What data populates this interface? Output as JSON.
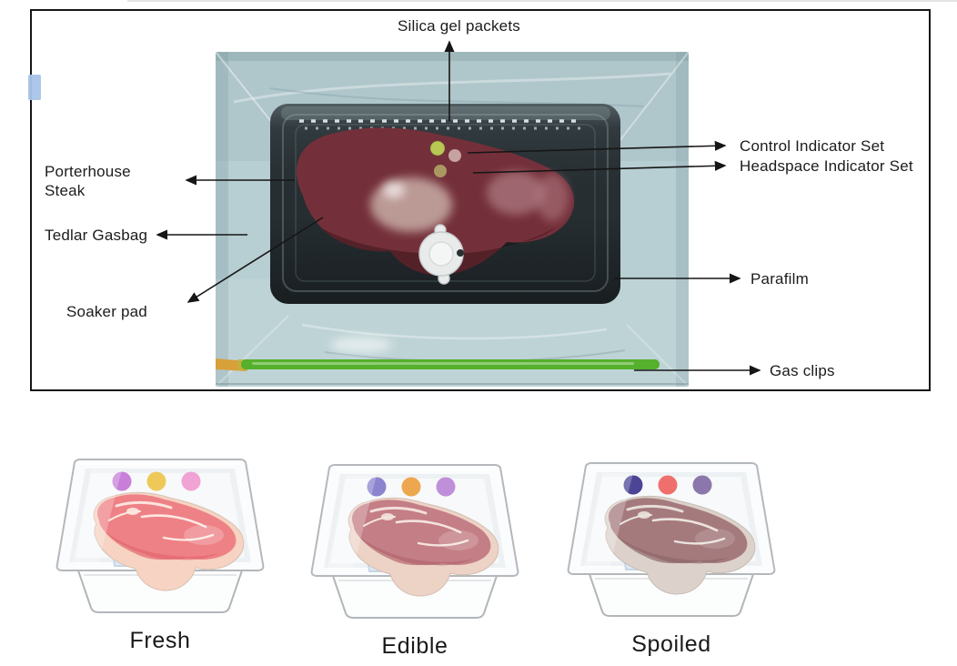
{
  "panel": {
    "labels": {
      "silica_gel": "Silica gel packets",
      "porterhouse_steak": "Porterhouse Steak",
      "tedlar_gasbag": "Tedlar Gasbag",
      "soaker_pad": "Soaker pad",
      "control_indicator": "Control Indicator Set",
      "headspace_indicator": "Headspace Indicator Set",
      "parafilm": "Parafilm",
      "gas_clips": "Gas clips"
    },
    "photo": {
      "bag_color": "#b7ced2",
      "tray_color": "#262e32",
      "meat_color": "#74303a",
      "clip_green_color": "#55b02c",
      "clip_yellow_color": "#d8a038",
      "indicator_dot_colors": [
        "#b9c754",
        "#c6a3a1",
        "#b5a96a"
      ]
    }
  },
  "spoilage_stages": [
    {
      "label": "Fresh",
      "dot_colors": [
        "#c77fd9",
        "#eec95a",
        "#f0a3d4"
      ],
      "meat_color": "#ee8186",
      "meat_shade_color": "#e3666e",
      "fat_color": "#f6d3c2",
      "marbling_color": "#fce9e2"
    },
    {
      "label": "Edible",
      "dot_colors": [
        "#8c84cf",
        "#eda74f",
        "#c08fd9"
      ],
      "meat_color": "#c47e85",
      "meat_shade_color": "#b2666f",
      "fat_color": "#edd3c6",
      "marbling_color": "#f4e4de"
    },
    {
      "label": "Spoiled",
      "dot_colors": [
        "#4c4496",
        "#ef6f6c",
        "#8b77ab"
      ],
      "meat_color": "#a57a7d",
      "meat_shade_color": "#8f686b",
      "fat_color": "#dcd2cb",
      "marbling_color": "#eae3de"
    }
  ]
}
